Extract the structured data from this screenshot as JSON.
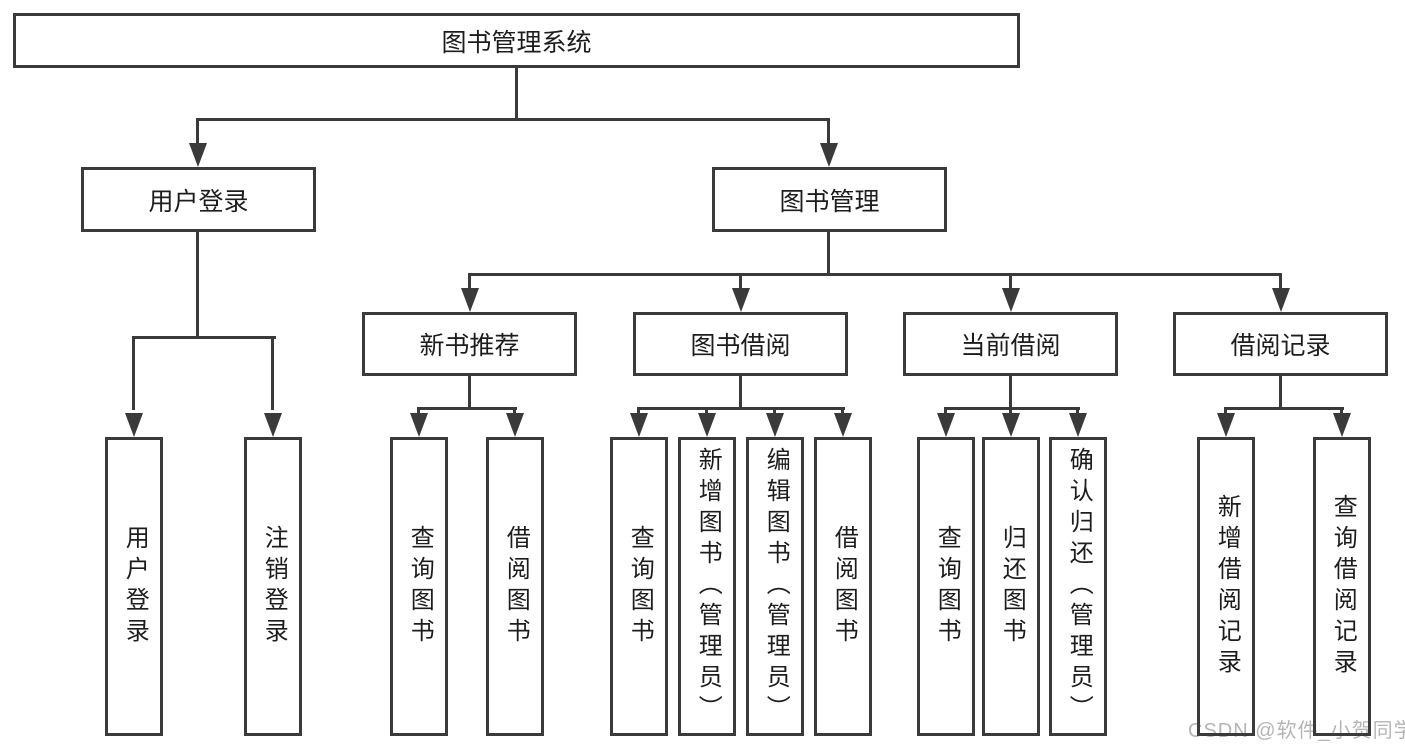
{
  "diagram": {
    "title": "图书管理系统",
    "branches": [
      {
        "label": "用户登录",
        "children": [
          {
            "label": "用户登录"
          },
          {
            "label": "注销登录"
          }
        ]
      },
      {
        "label": "图书管理",
        "children": [
          {
            "label": "新书推荐",
            "children": [
              {
                "label": "查询图书"
              },
              {
                "label": "借阅图书"
              }
            ]
          },
          {
            "label": "图书借阅",
            "children": [
              {
                "label": "查询图书"
              },
              {
                "label": "新增图书（管理员）"
              },
              {
                "label": "编辑图书（管理员）"
              },
              {
                "label": "借阅图书"
              }
            ]
          },
          {
            "label": "当前借阅",
            "children": [
              {
                "label": "查询图书"
              },
              {
                "label": "归还图书"
              },
              {
                "label": "确认归还（管理员）"
              }
            ]
          },
          {
            "label": "借阅记录",
            "children": [
              {
                "label": "新增借阅记录"
              },
              {
                "label": "查询借阅记录"
              }
            ]
          }
        ]
      }
    ]
  },
  "watermark": {
    "text": "CSDN @软件_小贺同学"
  },
  "colors": {
    "line": "#3a3a3a",
    "text": "#1d1d1d",
    "watermark": "#b5b5b5",
    "background": "#ffffff"
  }
}
